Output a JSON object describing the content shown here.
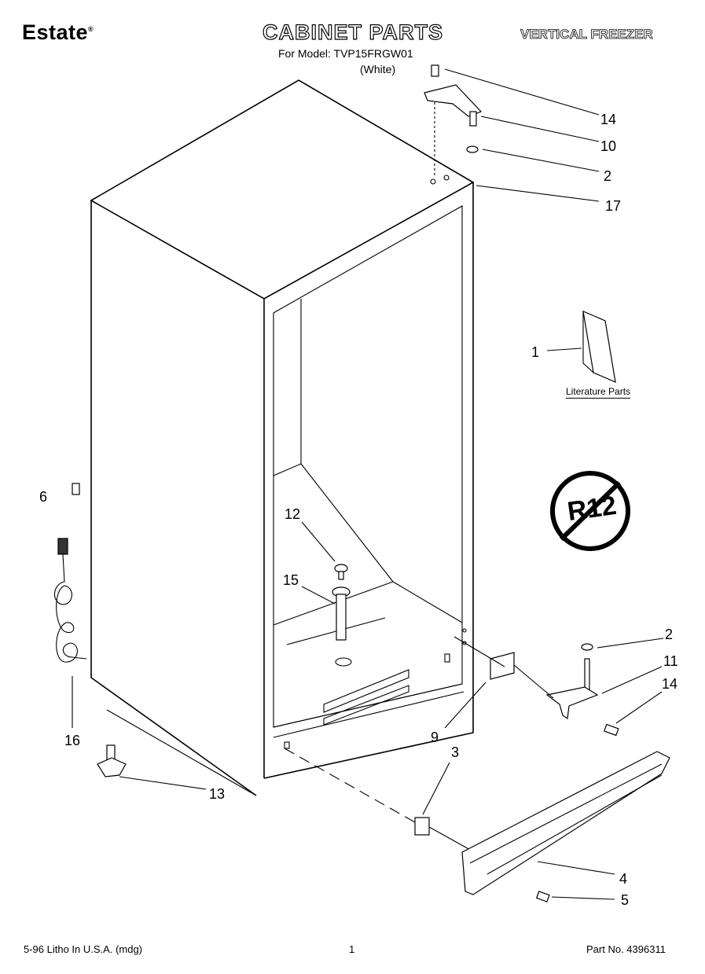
{
  "header": {
    "brand": "Estate",
    "brand_mark": "®",
    "title": "CABINET PARTS",
    "model_line": "For Model: TVP15FRGW01",
    "variant": "(White)",
    "category": "VERTICAL FREEZER"
  },
  "diagram": {
    "literature_label": "Literature Parts",
    "r12_badge": "R12",
    "callouts": [
      "14",
      "10",
      "2",
      "17",
      "1",
      "6",
      "12",
      "15",
      "16",
      "13",
      "2",
      "11",
      "14",
      "9",
      "3",
      "4",
      "5"
    ]
  },
  "footer": {
    "left": "5-96 Litho In U.S.A. (mdg)",
    "page": "1",
    "part_no": "Part No. 4396311"
  }
}
